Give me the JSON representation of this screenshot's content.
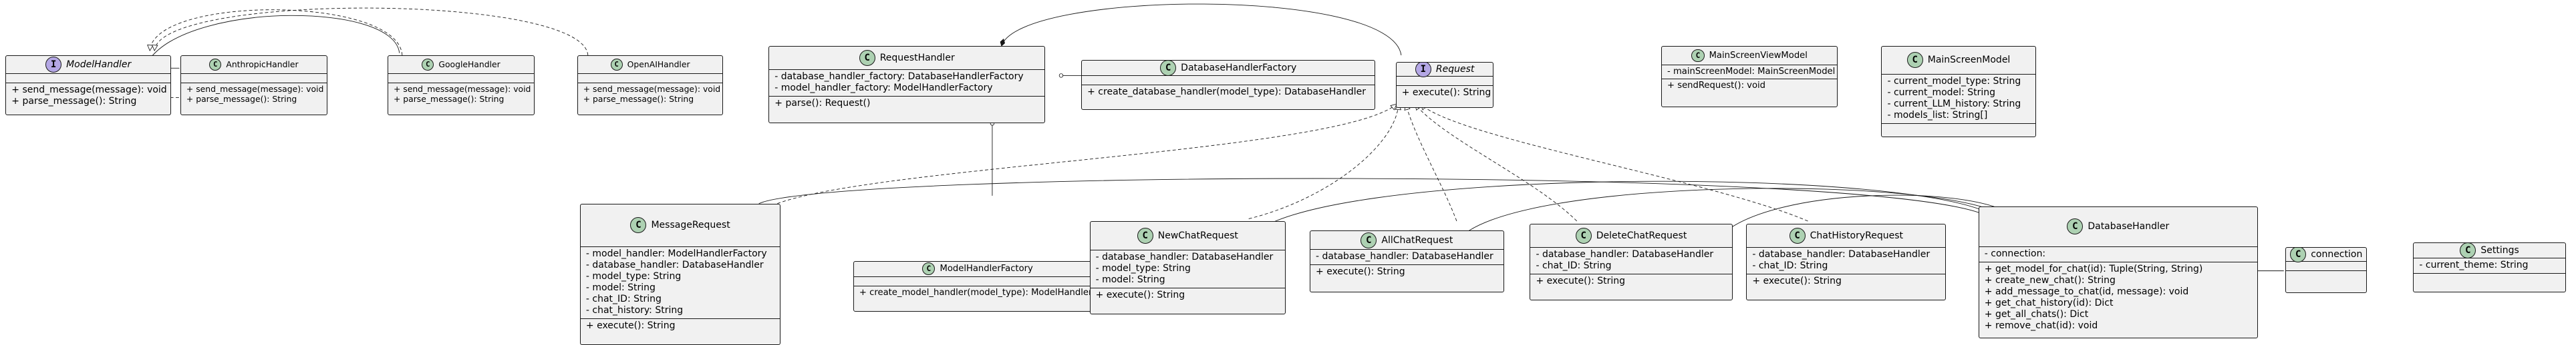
{
  "colors": {
    "class_badge": "#add1b2",
    "interface_badge": "#b4a7e5",
    "box_fill": "#f1f1f1",
    "stroke": "#181818"
  },
  "classes": {
    "ModelHandler": {
      "kind": "interface",
      "badge": "I",
      "name": "ModelHandler",
      "italic": true,
      "fields": [],
      "methods": [
        "+ send_message(message): void",
        "+ parse_message(): String"
      ]
    },
    "AnthropicHandler": {
      "kind": "class",
      "badge": "C",
      "name": "AnthropicHandler",
      "fields": [],
      "methods": [
        "+ send_message(message): void",
        "+ parse_message(): String"
      ]
    },
    "GoogleHandler": {
      "kind": "class",
      "badge": "C",
      "name": "GoogleHandler",
      "fields": [],
      "methods": [
        "+ send_message(message): void",
        "+ parse_message(): String"
      ]
    },
    "OpenAIHandler": {
      "kind": "class",
      "badge": "C",
      "name": "OpenAIHandler",
      "fields": [],
      "methods": [
        "+ send_message(message): void",
        "+ parse_message(): String"
      ]
    },
    "RequestHandler": {
      "kind": "class",
      "badge": "C",
      "name": "RequestHandler",
      "fields": [
        "- database_handler_factory: DatabaseHandlerFactory",
        "- model_handler_factory: ModelHandlerFactory"
      ],
      "methods": [
        "+ parse(): Request()"
      ]
    },
    "DatabaseHandlerFactory": {
      "kind": "class",
      "badge": "C",
      "name": "DatabaseHandlerFactory",
      "fields": [],
      "methods": [
        "+ create_database_handler(model_type): DatabaseHandler"
      ]
    },
    "Request": {
      "kind": "interface",
      "badge": "I",
      "name": "Request",
      "italic": true,
      "fields": [],
      "methods": [
        "+ execute(): String"
      ]
    },
    "MainScreenViewModel": {
      "kind": "class",
      "badge": "C",
      "name": "MainScreenViewModel",
      "fields": [
        "- mainScreenModel: MainScreenModel"
      ],
      "methods": [
        "+ sendRequest(): void"
      ]
    },
    "MainScreenModel": {
      "kind": "class",
      "badge": "C",
      "name": "MainScreenModel",
      "fields": [
        "- current_model_type: String",
        "- current_model: String",
        "- current_LLM_history: String",
        "- models_list: String[]"
      ],
      "methods": []
    },
    "MessageRequest": {
      "kind": "class",
      "badge": "C",
      "name": "MessageRequest",
      "fields": [
        "- model_handler: ModelHandlerFactory",
        "- database_handler: DatabaseHandler",
        "- model_type: String",
        "- model: String",
        "- chat_ID: String",
        "- chat_history: String"
      ],
      "methods": [
        "+ execute(): String"
      ]
    },
    "ModelHandlerFactory": {
      "kind": "class",
      "badge": "C",
      "name": "ModelHandlerFactory",
      "fields": [],
      "methods": [
        "+ create_model_handler(model_type): ModelHandler"
      ]
    },
    "NewChatRequest": {
      "kind": "class",
      "badge": "C",
      "name": "NewChatRequest",
      "fields": [
        "- database_handler: DatabaseHandler",
        "- model_type: String",
        "- model: String"
      ],
      "methods": [
        "+ execute(): String"
      ]
    },
    "AllChatRequest": {
      "kind": "class",
      "badge": "C",
      "name": "AllChatRequest",
      "fields": [
        "- database_handler: DatabaseHandler"
      ],
      "methods": [
        "+ execute(): String"
      ]
    },
    "DeleteChatRequest": {
      "kind": "class",
      "badge": "C",
      "name": "DeleteChatRequest",
      "fields": [
        "- database_handler: DatabaseHandler",
        "- chat_ID: String"
      ],
      "methods": [
        "+ execute(): String"
      ]
    },
    "ChatHistoryRequest": {
      "kind": "class",
      "badge": "C",
      "name": "ChatHistoryRequest",
      "fields": [
        "- database_handler: DatabaseHandler",
        "- chat_ID: String"
      ],
      "methods": [
        "+ execute(): String"
      ]
    },
    "DatabaseHandler": {
      "kind": "class",
      "badge": "C",
      "name": "DatabaseHandler",
      "fields": [
        "- connection:"
      ],
      "methods": [
        "+ get_model_for_chat(id): Tuple(String, String)",
        "+ create_new_chat(): String",
        "+ add_message_to_chat(id, message): void",
        "+ get_chat_history(id): Dict",
        "+ get_all_chats(): Dict",
        "+ remove_chat(id): void"
      ]
    },
    "connection": {
      "kind": "class",
      "badge": "C",
      "name": "connection",
      "fields": [],
      "methods": []
    },
    "Settings": {
      "kind": "class",
      "badge": "C",
      "name": "Settings",
      "fields": [
        "- current_theme: String"
      ],
      "methods": []
    }
  }
}
